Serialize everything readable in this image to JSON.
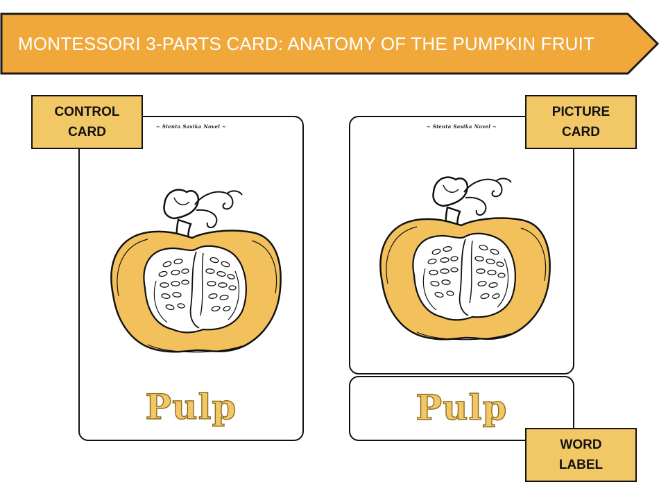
{
  "banner": {
    "title": "MONTESSORI 3-PARTS CARD: ANATOMY OF THE PUMPKIN FRUIT",
    "color": "#f0a83a",
    "border": "#1a1a1a"
  },
  "control_card": {
    "credit": "~ Sienta Sasika Novel ~",
    "word": "Pulp"
  },
  "picture_card": {
    "credit": "~ Sienta Sasika Novel ~"
  },
  "word_label_card": {
    "word": "Pulp"
  },
  "tags": {
    "control": "CONTROL\nCARD",
    "picture": "PICTURE\nCARD",
    "word_label": "WORD\nLABEL"
  },
  "colors": {
    "tag_fill": "#f2c867",
    "pumpkin_flesh": "#f3c15c",
    "word_fill": "#f3c764"
  }
}
